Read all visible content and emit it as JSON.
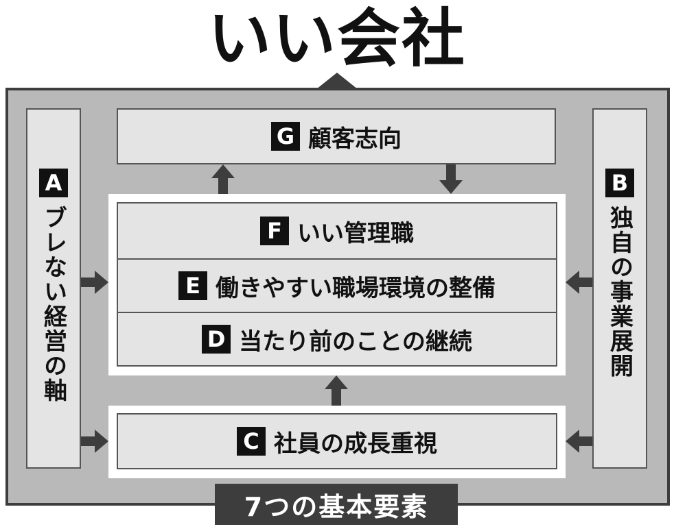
{
  "title": "いい会社",
  "footer": "7つの基本要素",
  "elements": {
    "a": {
      "letter": "A",
      "label": "ブレない経営の軸"
    },
    "b": {
      "letter": "B",
      "label": "独自の事業展開"
    },
    "c": {
      "letter": "C",
      "label": "社員の成長重視"
    },
    "d": {
      "letter": "D",
      "label": "当たり前のことの継続"
    },
    "e": {
      "letter": "E",
      "label": "働きやすい職場環境の整備"
    },
    "f": {
      "letter": "F",
      "label": "いい管理職"
    },
    "g": {
      "letter": "G",
      "label": "顧客志向"
    }
  },
  "colors": {
    "frame": "#b9b9b9",
    "box": "#e4e4e4",
    "dark": "#3d3d3d",
    "badge": "#111111"
  }
}
